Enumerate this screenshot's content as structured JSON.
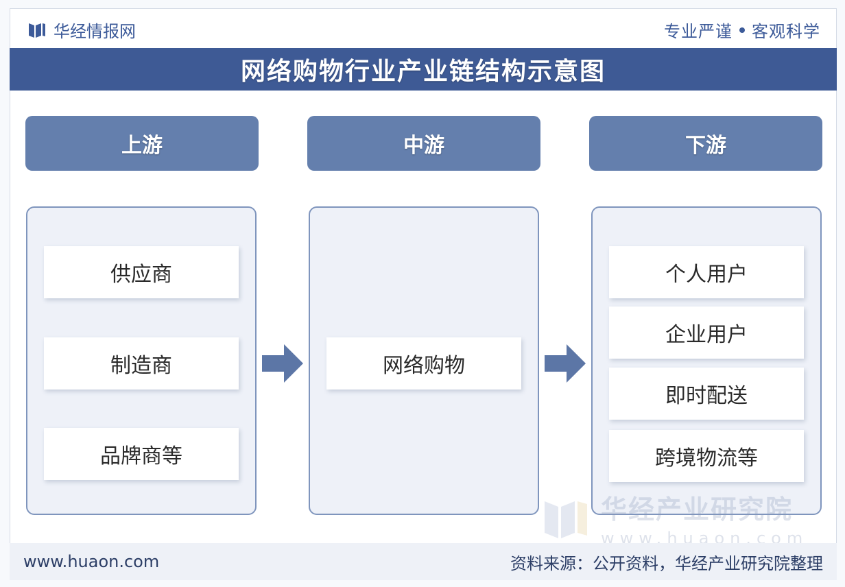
{
  "header": {
    "brand_name": "华经情报网",
    "slogan_left": "专业严谨",
    "slogan_right": "客观科学"
  },
  "title": "网络购物行业产业链结构示意图",
  "stages": [
    {
      "label": "上游",
      "items": [
        "供应商",
        "制造商",
        "品牌商等"
      ]
    },
    {
      "label": "中游",
      "items": [
        "网络购物"
      ]
    },
    {
      "label": "下游",
      "items": [
        "个人用户",
        "企业用户",
        "即时配送",
        "跨境物流等"
      ]
    }
  ],
  "watermark": {
    "name": "华经产业研究院",
    "url": "www.huaon.com"
  },
  "footer": {
    "website": "www.huaon.com",
    "source": "资料来源：公开资料，华经产业研究院整理"
  },
  "colors": {
    "title_bar": "#3e5a95",
    "stage_header": "#647fad",
    "panel_border": "#7f95bd",
    "arrow": "#5c76a6"
  }
}
